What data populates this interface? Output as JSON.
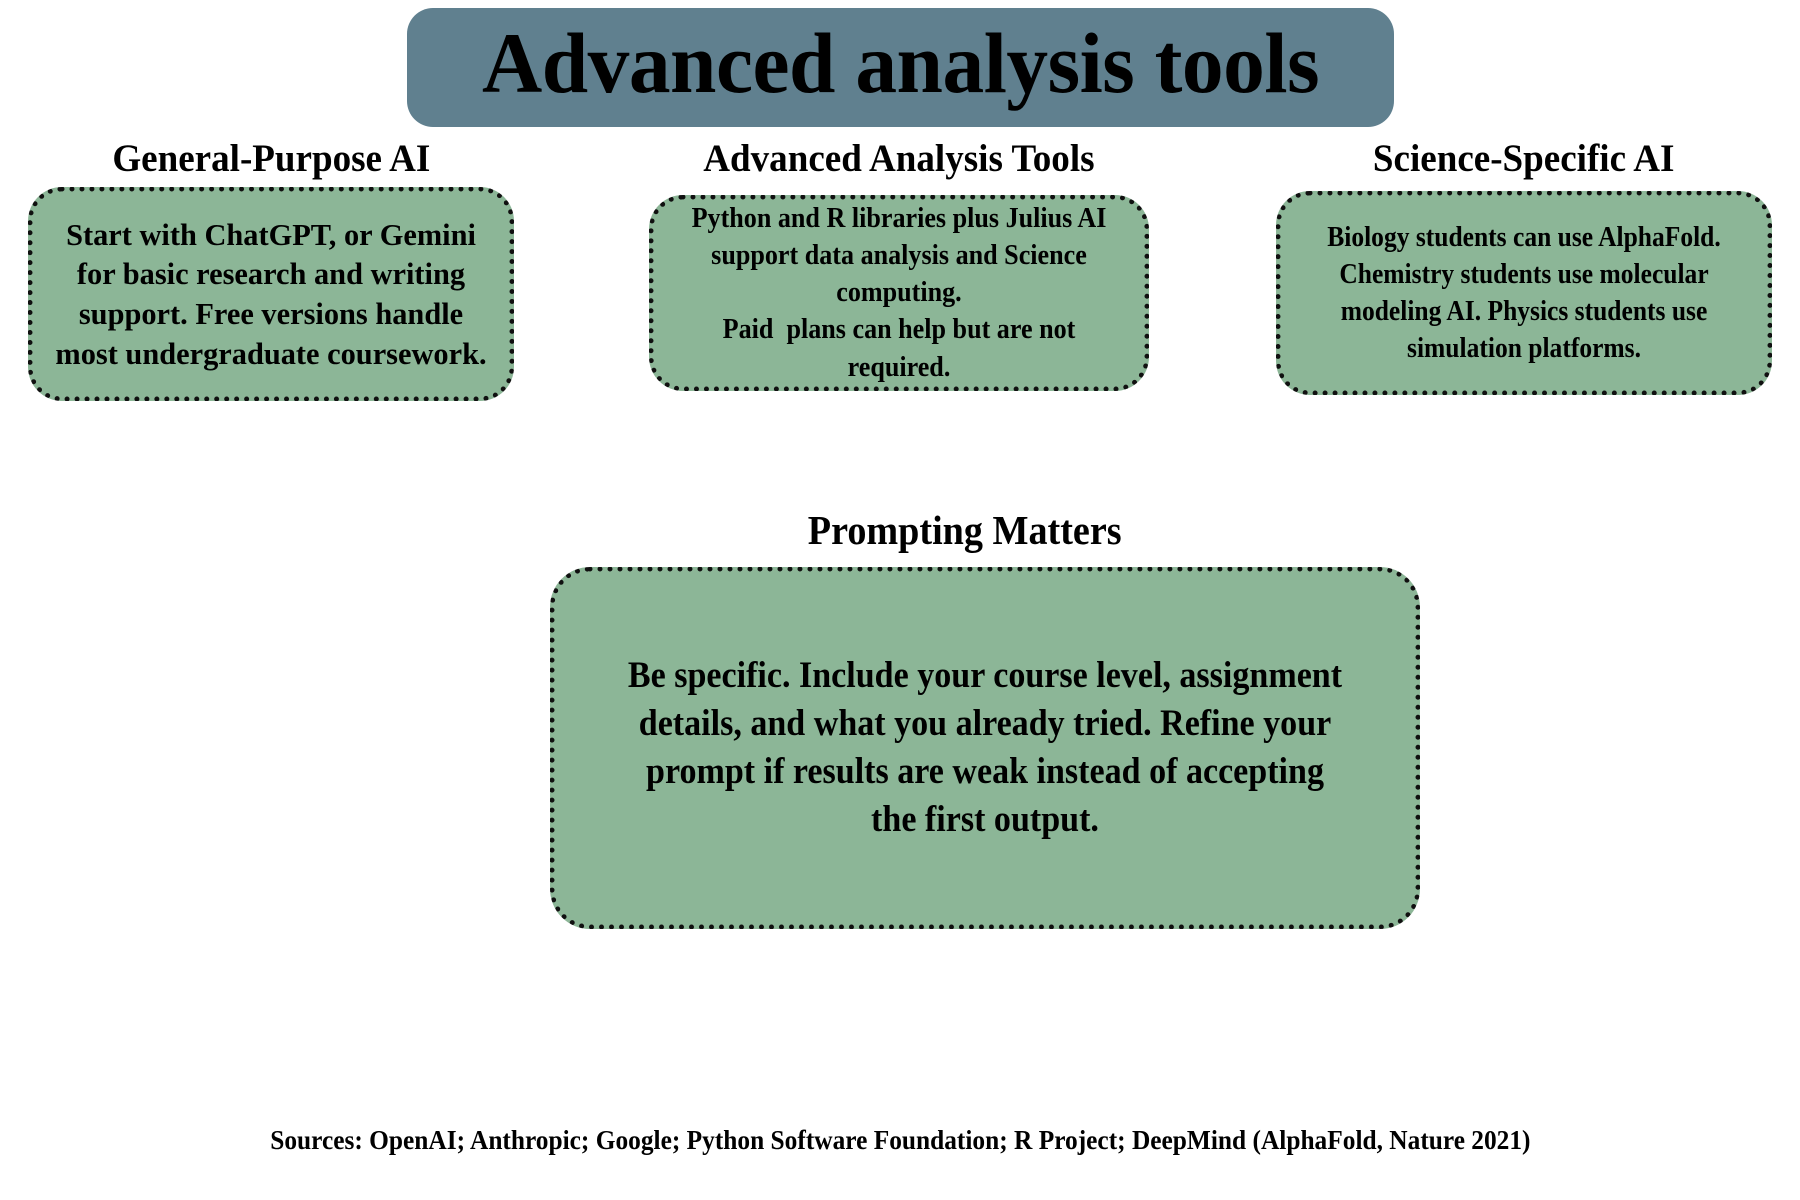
{
  "title": {
    "text": "Advanced analysis tools",
    "banner_color": "#60808f"
  },
  "theme": {
    "card_fill": "#8cb697",
    "border_color": "#101010",
    "text_color": "#000000",
    "background": "#ffffff"
  },
  "cards": [
    {
      "heading": "General-Purpose AI",
      "body": "Start with ChatGPT, or Gemini for basic research and writing support. Free versions handle most undergraduate coursework."
    },
    {
      "heading": "Advanced Analysis Tools",
      "body": "Python and R libraries plus Julius AI support data analysis and Science computing.\nPaid  plans can help but are not required."
    },
    {
      "heading": "Science-Specific AI",
      "body": "Biology students can use AlphaFold. Chemistry students use molecular modeling AI. Physics students use simulation platforms."
    }
  ],
  "prompting": {
    "heading": "Prompting Matters",
    "body": "Be specific. Include your course level, assignment details, and what you already tried. Refine your prompt if results are weak instead of accepting the first output."
  },
  "footer": {
    "sources": "Sources: OpenAI; Anthropic; Google; Python Software Foundation; R Project; DeepMind (AlphaFold, Nature 2021)"
  }
}
